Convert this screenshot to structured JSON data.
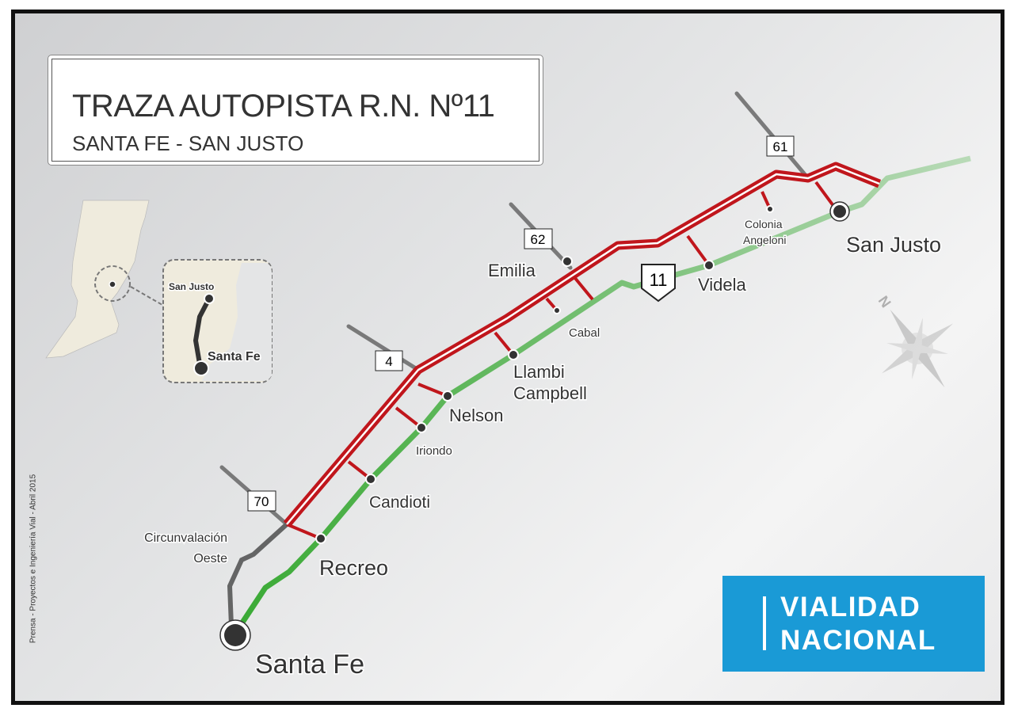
{
  "title": "TRAZA AUTOPISTA R.N. Nº11",
  "subtitle": "SANTA FE - SAN JUSTO",
  "credit": "Prensa - Proyectos e Ingeniería Vial - Abril 2015",
  "logo": {
    "line1": "VIALIDAD",
    "line2": "NACIONAL",
    "color": "#1a9ad6"
  },
  "inset": {
    "north": "San Justo",
    "south": "Santa Fe"
  },
  "compass": {
    "north_label": "N"
  },
  "routes": {
    "r70": "70",
    "r4": "4",
    "r62": "62",
    "r61": "61",
    "r11": "11"
  },
  "places": {
    "santa_fe": "Santa Fe",
    "san_justo": "San Justo",
    "recreo": "Recreo",
    "candioti": "Candioti",
    "iriondo": "Iriondo",
    "nelson": "Nelson",
    "llambi1": "Llambi",
    "llambi2": "Campbell",
    "cabal": "Cabal",
    "emilia": "Emilia",
    "videla": "Videla",
    "colonia1": "Colonia",
    "colonia2": "Angeloni",
    "circ1": "Circunvalación",
    "circ2": "Oeste"
  },
  "colors": {
    "autopista": "#c0161c",
    "ruta_actual": "#3aaa35",
    "otros": "#444444"
  }
}
